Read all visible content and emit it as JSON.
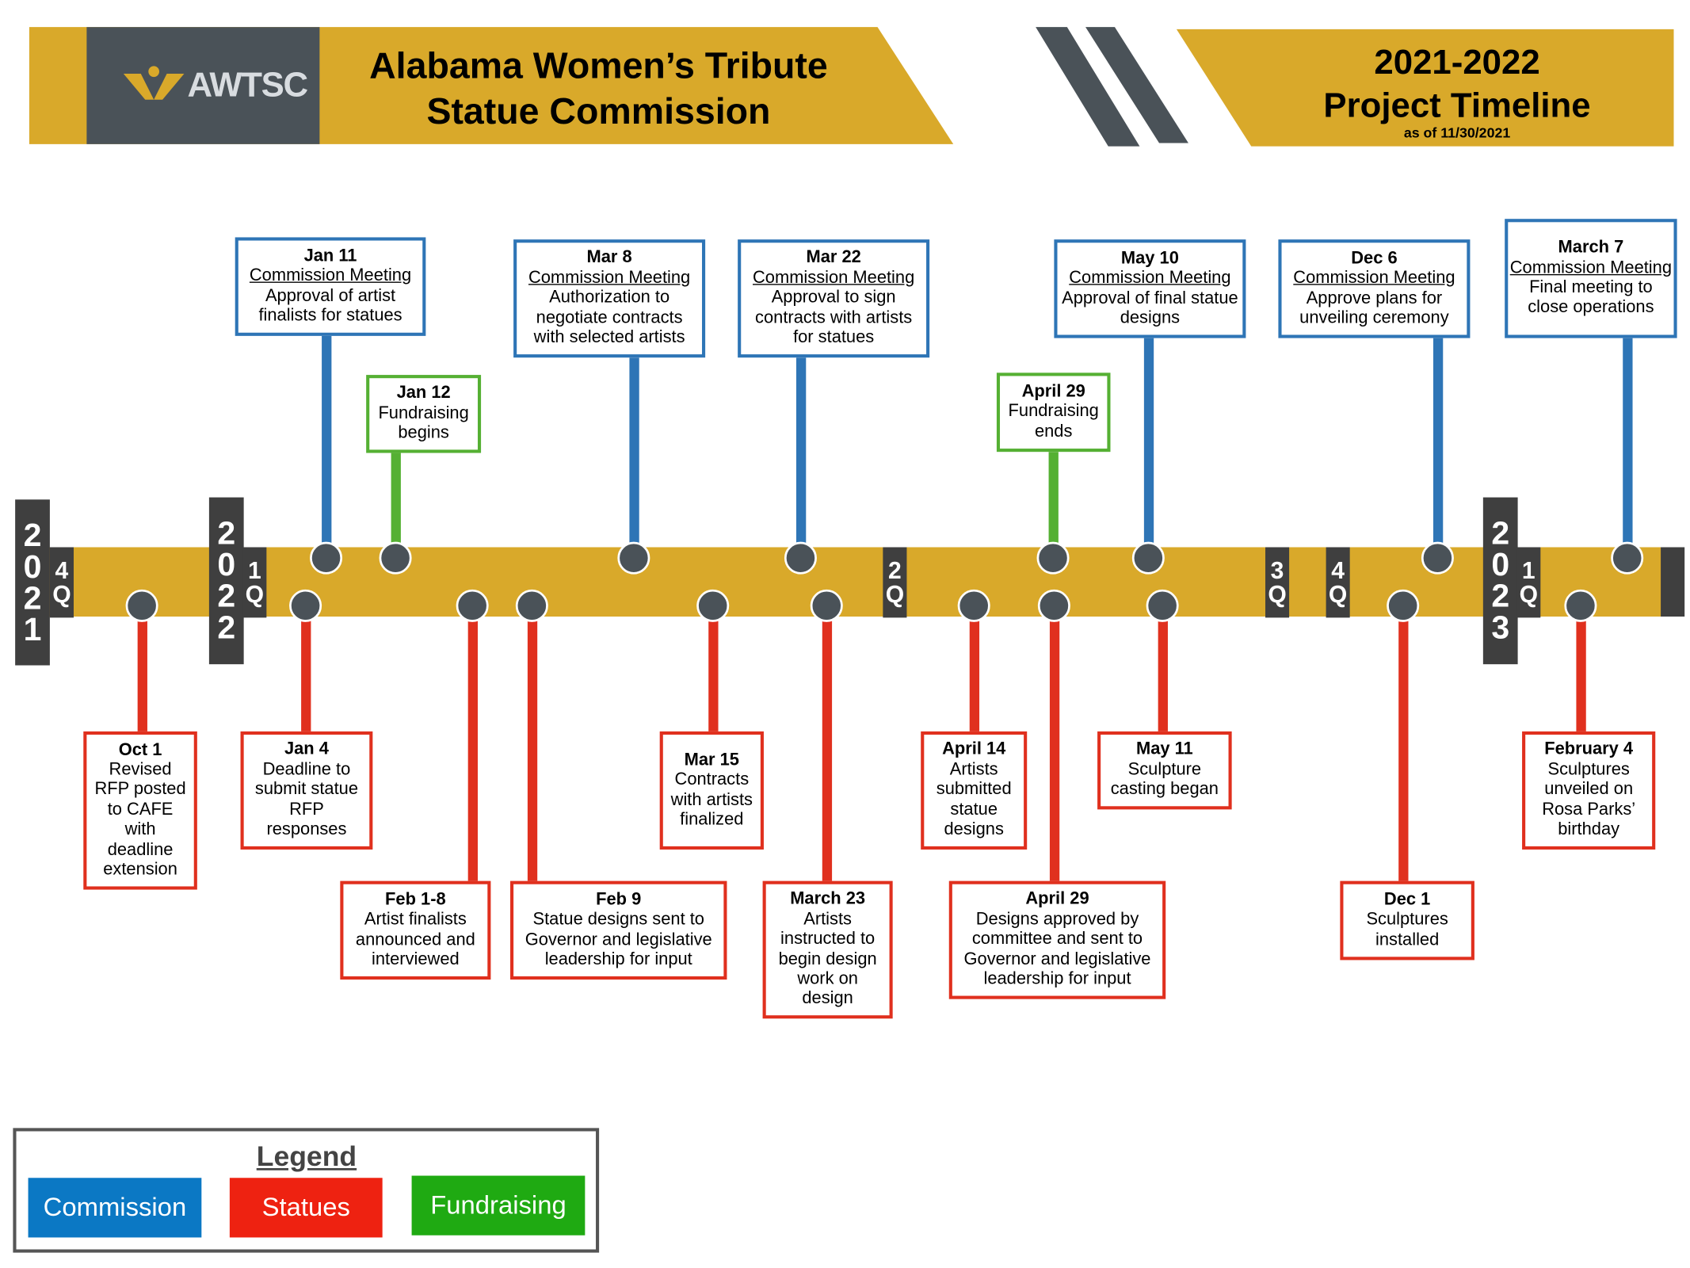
{
  "header": {
    "logo_text": "AWTSC",
    "title_line1": "Alabama Women’s Tribute",
    "title_line2": "Statue Commission",
    "timeline_years": "2021-2022",
    "timeline_title": "Project Timeline",
    "as_of": "as of 11/30/2021"
  },
  "colors": {
    "bar": "#D9A92A",
    "commission": "#2E75B6",
    "statues": "#E0301E",
    "fundraising": "#55B033"
  },
  "markers": [
    {
      "year": "2021",
      "quarter": "4Q"
    },
    {
      "year": "2022",
      "quarter": "1Q"
    },
    {
      "year": "",
      "quarter": "2Q"
    },
    {
      "year": "",
      "quarter": "3Q"
    },
    {
      "year": "",
      "quarter": "4Q"
    },
    {
      "year": "2023",
      "quarter": "1Q"
    }
  ],
  "events": [
    {
      "category": "commission",
      "date": "Jan 11",
      "meeting": "Commission Meeting",
      "text": "Approval of artist finalists for statues"
    },
    {
      "category": "fundraising",
      "date": "Jan 12",
      "meeting": "",
      "text": "Fundraising begins"
    },
    {
      "category": "commission",
      "date": "Mar 8",
      "meeting": "Commission Meeting",
      "text": "Authorization to negotiate contracts with selected artists"
    },
    {
      "category": "commission",
      "date": "Mar 22",
      "meeting": "Commission Meeting",
      "text": "Approval to sign contracts with artists for statues"
    },
    {
      "category": "fundraising",
      "date": "April 29",
      "meeting": "",
      "text": "Fundraising ends"
    },
    {
      "category": "commission",
      "date": "May 10",
      "meeting": "Commission Meeting",
      "text": "Approval of final statue designs"
    },
    {
      "category": "commission",
      "date": "Dec 6",
      "meeting": "Commission Meeting",
      "text": "Approve plans for unveiling ceremony"
    },
    {
      "category": "commission",
      "date": "March 7",
      "meeting": "Commission Meeting",
      "text": "Final meeting to close operations"
    },
    {
      "category": "statues",
      "date": "Oct 1",
      "meeting": "",
      "text": "Revised RFP posted to CAFE with deadline extension"
    },
    {
      "category": "statues",
      "date": "Jan 4",
      "meeting": "",
      "text": "Deadline to submit statue RFP responses"
    },
    {
      "category": "statues",
      "date": "Feb 1-8",
      "meeting": "",
      "text": "Artist finalists announced and interviewed"
    },
    {
      "category": "statues",
      "date": "Feb 9",
      "meeting": "",
      "text": "Statue designs sent to Governor and legislative leadership for input"
    },
    {
      "category": "statues",
      "date": "Mar 15",
      "meeting": "",
      "text": "Contracts with artists finalized"
    },
    {
      "category": "statues",
      "date": "March 23",
      "meeting": "",
      "text": "Artists instructed to begin design work on design"
    },
    {
      "category": "statues",
      "date": "April 14",
      "meeting": "",
      "text": "Artists submitted statue designs"
    },
    {
      "category": "statues",
      "date": "April 29",
      "meeting": "",
      "text": "Designs approved by committee and sent to Governor and legislative leadership for input"
    },
    {
      "category": "statues",
      "date": "May 11",
      "meeting": "",
      "text": "Sculpture casting began"
    },
    {
      "category": "statues",
      "date": "Dec 1",
      "meeting": "",
      "text": "Sculptures installed"
    },
    {
      "category": "statues",
      "date": "February 4",
      "meeting": "",
      "text": "Sculptures unveiled on Rosa Parks’ birthday"
    }
  ],
  "legend": {
    "title": "Legend",
    "commission": "Commission",
    "statues": "Statues",
    "fundraising": "Fundraising",
    "commission_color": "#0B78C4",
    "statues_color": "#EE2211",
    "fundraising_color": "#1FAA12"
  }
}
